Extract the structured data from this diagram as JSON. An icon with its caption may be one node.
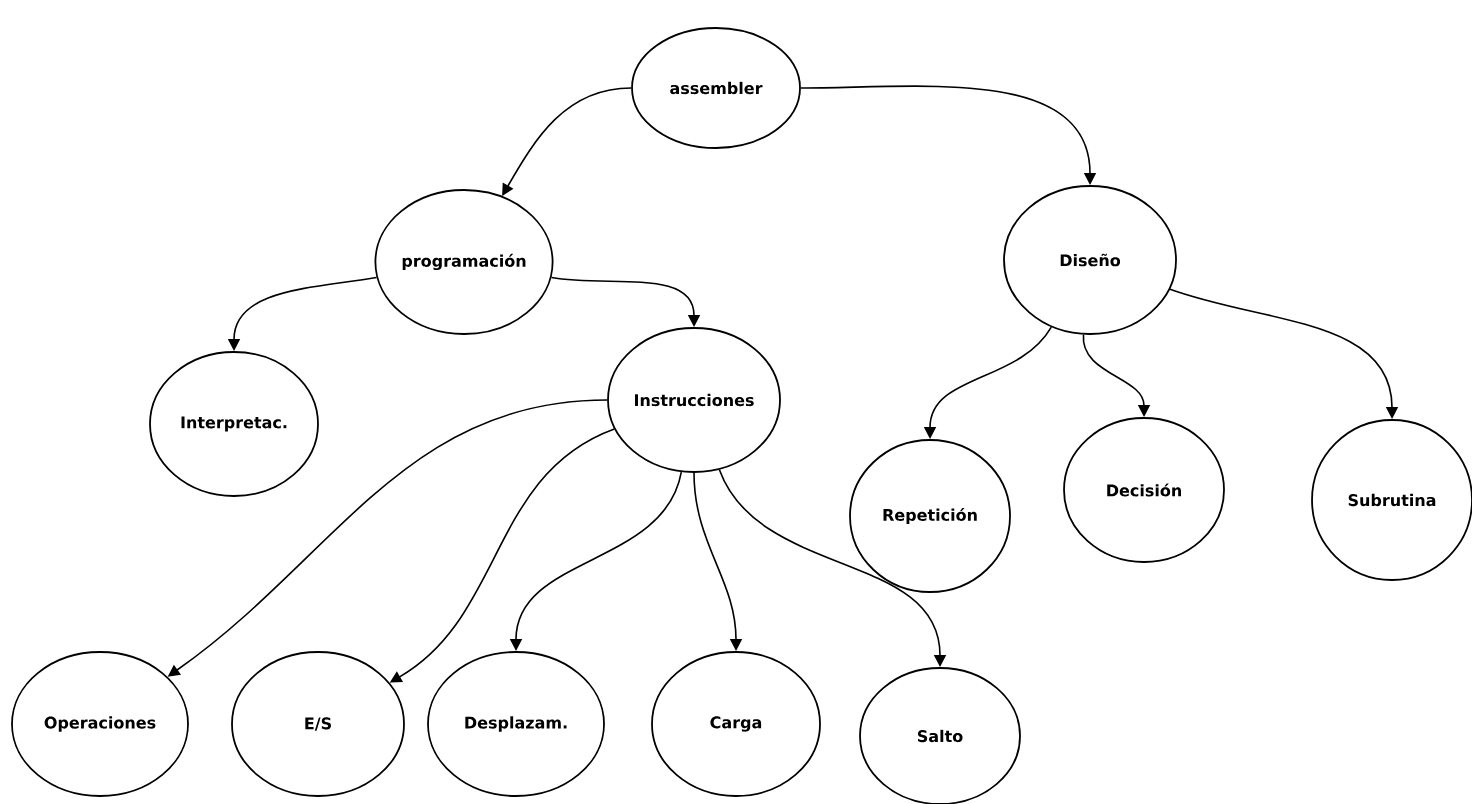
{
  "diagram": {
    "nodes": [
      {
        "text": [
          "assembler"
        ]
      },
      {
        "text": [
          "programación"
        ]
      },
      {
        "text": [
          "Diseño"
        ]
      },
      {
        "text": [
          "Interpretac."
        ]
      },
      {
        "text": [
          "Instrucciones"
        ]
      },
      {
        "text": [
          "Repetición"
        ]
      },
      {
        "text": [
          "Decisión"
        ]
      },
      {
        "text": [
          "Subrutina"
        ]
      },
      {
        "text": [
          "Operaciones"
        ]
      },
      {
        "text": [
          "E/S"
        ]
      },
      {
        "text": [
          "Desplazam."
        ]
      },
      {
        "text": [
          "Carga"
        ]
      },
      {
        "text": [
          "Salto"
        ]
      }
    ],
    "edges": [
      {
        "from": 0,
        "to": 1,
        "arrow": "to"
      },
      {
        "from": 0,
        "to": 2,
        "arrow": "to"
      },
      {
        "from": 1,
        "to": 3,
        "arrow": "to"
      },
      {
        "from": 1,
        "to": 4,
        "arrow": "to"
      },
      {
        "from": 4,
        "to": 8,
        "arrow": "to"
      },
      {
        "from": 4,
        "to": 9,
        "arrow": "to"
      },
      {
        "from": 4,
        "to": 10,
        "arrow": "to"
      },
      {
        "from": 4,
        "to": 11,
        "arrow": "to"
      },
      {
        "from": 4,
        "to": 12,
        "arrow": "to"
      },
      {
        "from": 2,
        "to": 5,
        "arrow": "to"
      },
      {
        "from": 2,
        "to": 6,
        "arrow": "to"
      },
      {
        "from": 2,
        "to": 7,
        "arrow": "to"
      }
    ]
  }
}
